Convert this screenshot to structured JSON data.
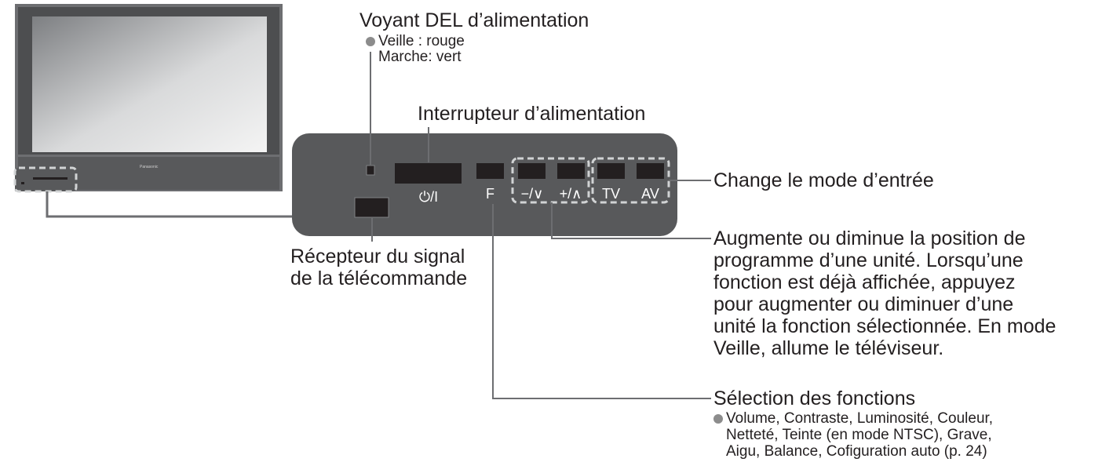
{
  "tv": {
    "brand": "Panasonic"
  },
  "callouts": {
    "led_indicator": {
      "title": "Voyant DEL d’alimentation",
      "standby": "Veille : rouge",
      "on": "Marche: vert"
    },
    "power_switch": "Interrupteur d’alimentation",
    "remote_receiver": [
      "Récepteur du signal",
      "de la télécommande"
    ],
    "input_mode": "Change le mode d’entrée",
    "program_updown": [
      "Augmente ou diminue la position de",
      "programme d’une unité. Lorsqu’une",
      "fonction est déjà affichée, appuyez",
      "pour augmenter ou diminuer d’une",
      "unité la fonction sélectionnée. En mode",
      "Veille, allume le téléviseur."
    ],
    "function_select": {
      "title": "Sélection des fonctions",
      "items": [
        "Volume, Contraste, Luminosité, Couleur,",
        "Netteté, Teinte (en mode NTSC), Grave,",
        "Aigu, Balance, Cofiguration auto (p. 24)"
      ]
    }
  },
  "buttons": {
    "power": "⏻/I",
    "function": "F",
    "down": "−/∨",
    "up": "+/∧",
    "tv": "TV",
    "av": "AV"
  },
  "colors": {
    "panel": "#58595b",
    "button": "#231f20",
    "outline": "#d1d3d4",
    "line": "#6d6e71"
  }
}
